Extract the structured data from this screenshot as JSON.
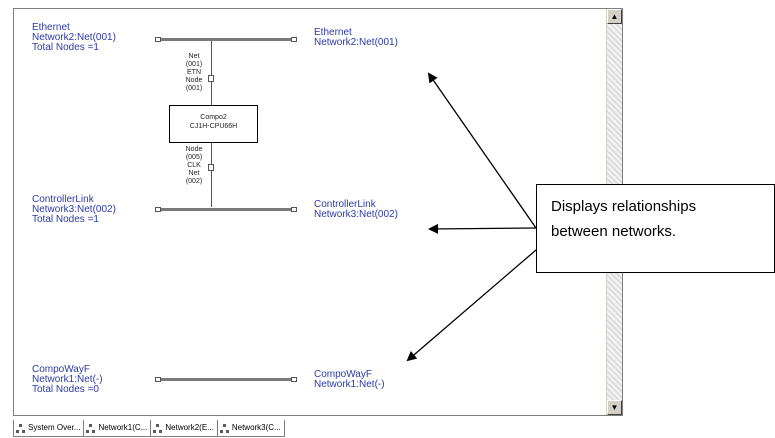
{
  "networks": [
    {
      "left_lines": [
        "Ethernet",
        "Network2:Net(001)",
        "Total Nodes =1"
      ],
      "right_lines": [
        "Ethernet",
        "Network2:Net(001)"
      ]
    },
    {
      "left_lines": [
        "ControllerLink",
        "Network3:Net(002)",
        "Total Nodes =1"
      ],
      "right_lines": [
        "ControllerLink",
        "Network3:Net(002)"
      ]
    },
    {
      "left_lines": [
        "CompoWayF",
        "Network1:Net(-)",
        "Total Nodes =0"
      ],
      "right_lines": [
        "CompoWayF",
        "Network1:Net(-)"
      ]
    }
  ],
  "plc": {
    "name": "Compo2",
    "model": "CJ1H-CPU66H"
  },
  "upper_link": {
    "net": "Net",
    "net_no": "(001)",
    "type": "ETN",
    "node": "Node",
    "node_no": "(001)"
  },
  "lower_link": {
    "node": "Node",
    "node_no": "(005)",
    "type": "CLK",
    "net": "Net",
    "net_no": "(002)"
  },
  "callout": {
    "line1": "Displays relationships",
    "line2": "between networks."
  },
  "tabs": [
    "System Over...",
    "Network1(C...",
    "Network2(E...",
    "Network3(C..."
  ],
  "scroll": {
    "up": "▲",
    "down": "▼"
  }
}
